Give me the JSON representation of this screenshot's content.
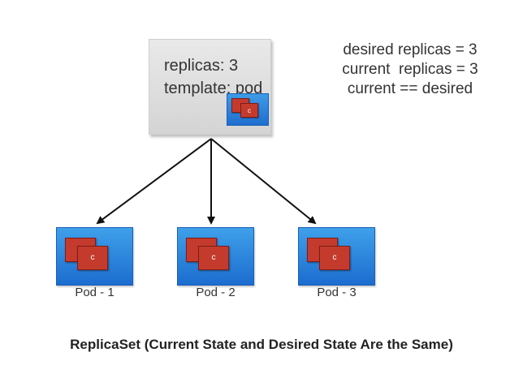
{
  "replicaset": {
    "replicas_text": "replicas: 3",
    "template_text": "template: pod",
    "mini_pod_label": "c"
  },
  "status": {
    "line1": "desired replicas = 3",
    "line2": "current  replicas = 3",
    "line3": "current == desired"
  },
  "pods": [
    {
      "label": "Pod - 1",
      "card_label": "c"
    },
    {
      "label": "Pod - 2",
      "card_label": "c"
    },
    {
      "label": "Pod - 3",
      "card_label": "c"
    }
  ],
  "caption": "ReplicaSet (Current State and Desired State Are the Same)",
  "colors": {
    "pod_blue": "#2a84dd",
    "container_red": "#c43b2e",
    "replicaset_gray": "#dedede",
    "arrow": "#111111"
  }
}
